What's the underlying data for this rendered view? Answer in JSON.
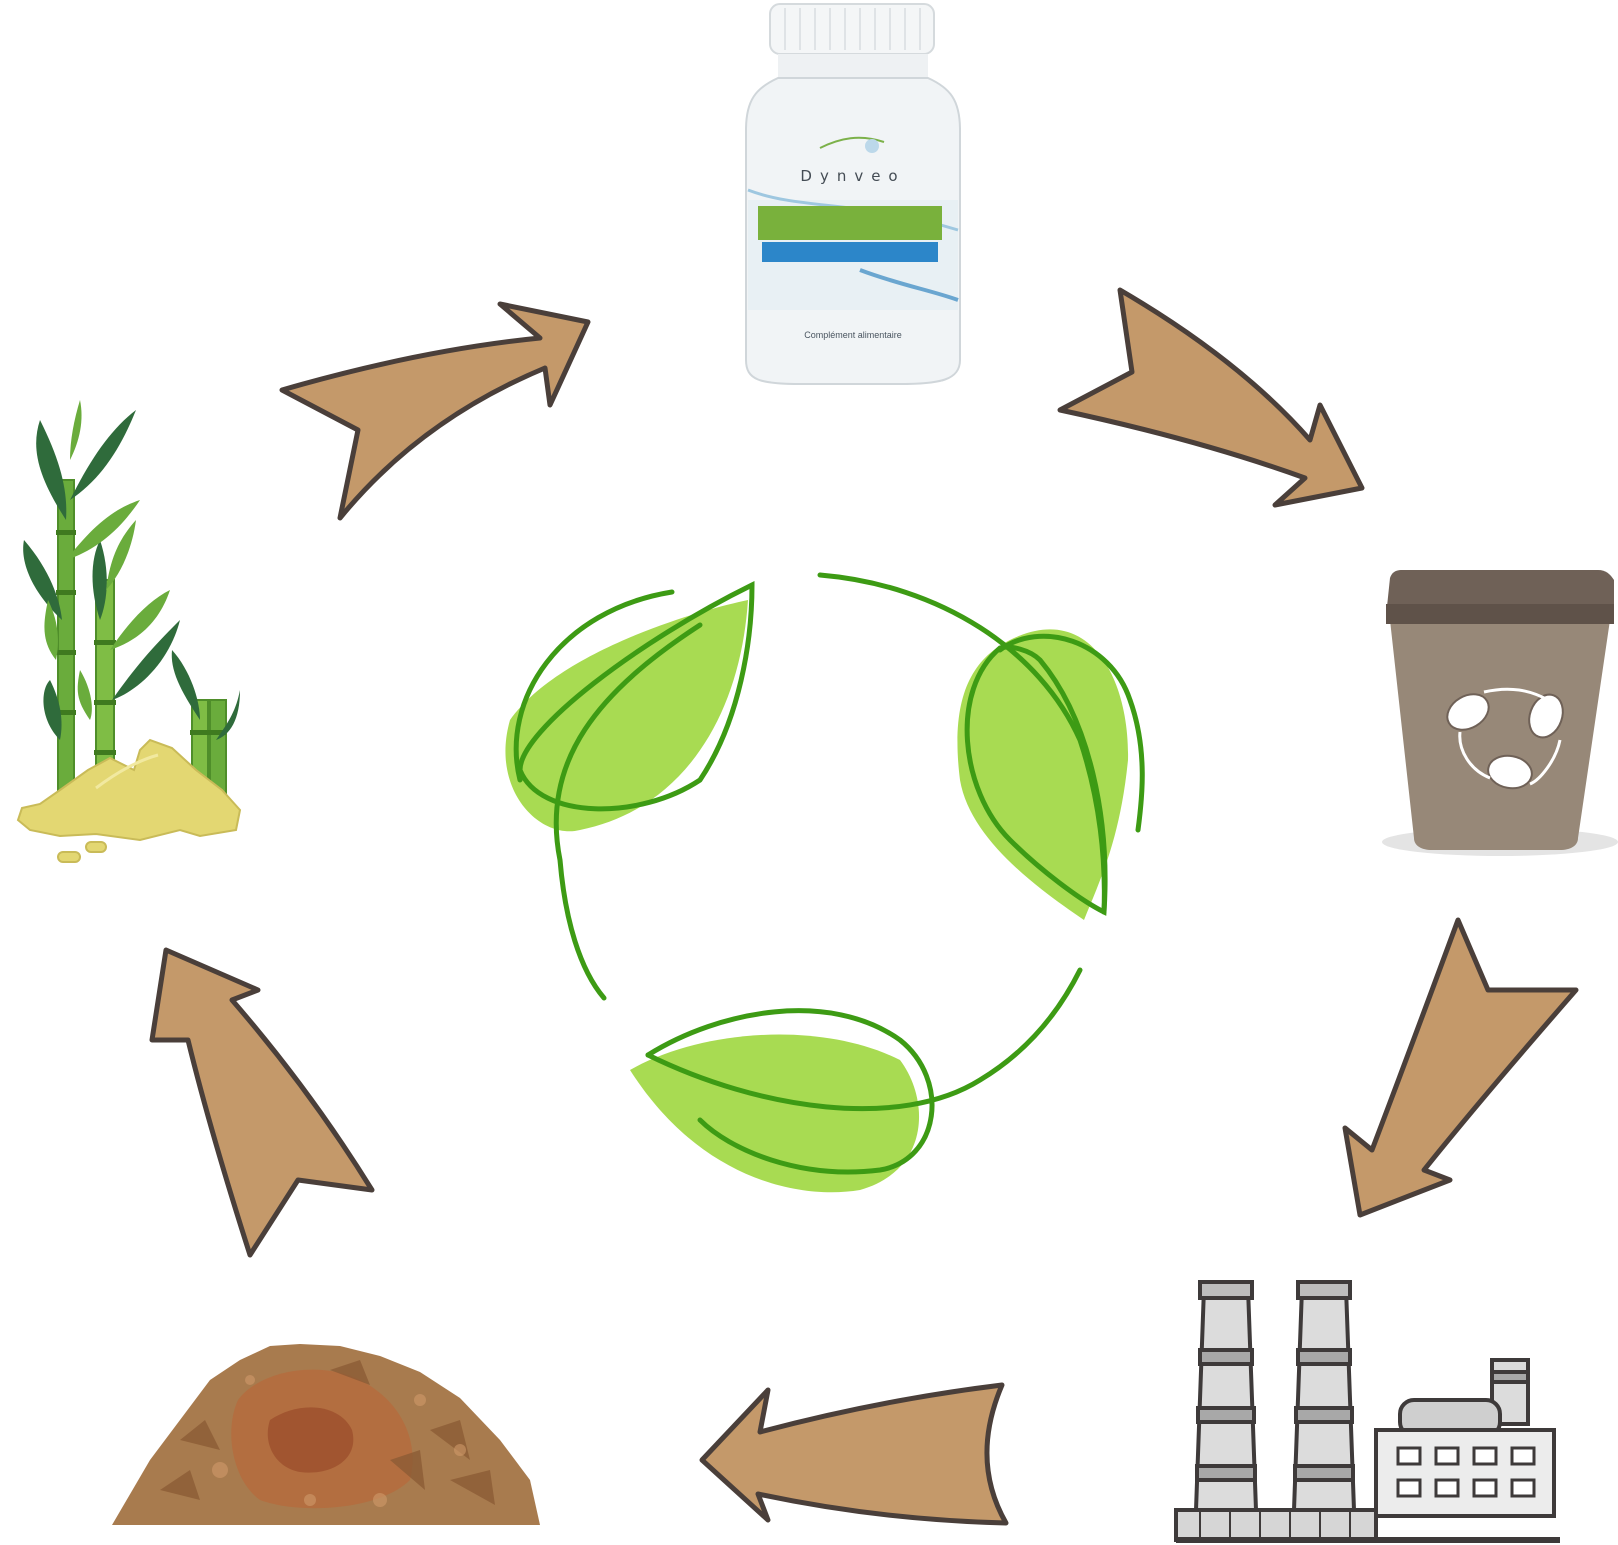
{
  "diagram": {
    "nodes": [
      {
        "id": "bottle",
        "name": "Dynveo supplement bottle"
      },
      {
        "id": "bin",
        "name": "compost bin"
      },
      {
        "id": "factory",
        "name": "factory"
      },
      {
        "id": "compost",
        "name": "compost pile"
      },
      {
        "id": "cane",
        "name": "sugarcane"
      }
    ],
    "edges": [
      {
        "from": "cane",
        "to": "bottle"
      },
      {
        "from": "bottle",
        "to": "bin"
      },
      {
        "from": "bin",
        "to": "factory"
      },
      {
        "from": "factory",
        "to": "compost"
      },
      {
        "from": "compost",
        "to": "cane"
      }
    ],
    "bottle": {
      "brand": "Dynveo",
      "bottom_label": "Complément alimentaire"
    },
    "center_icon": "recycle-leaves-icon"
  },
  "colors": {
    "arrow_fill": "#c4996a",
    "arrow_stroke": "#4a3f3a",
    "leaf_light": "#a8db52",
    "leaf_dark": "#3d9b14",
    "bin_body": "#978878",
    "bin_lid": "#6f6157",
    "cane_green": "#6aac3c",
    "sugar_yellow": "#e3d772",
    "soil_brown": "#a87b4e"
  }
}
